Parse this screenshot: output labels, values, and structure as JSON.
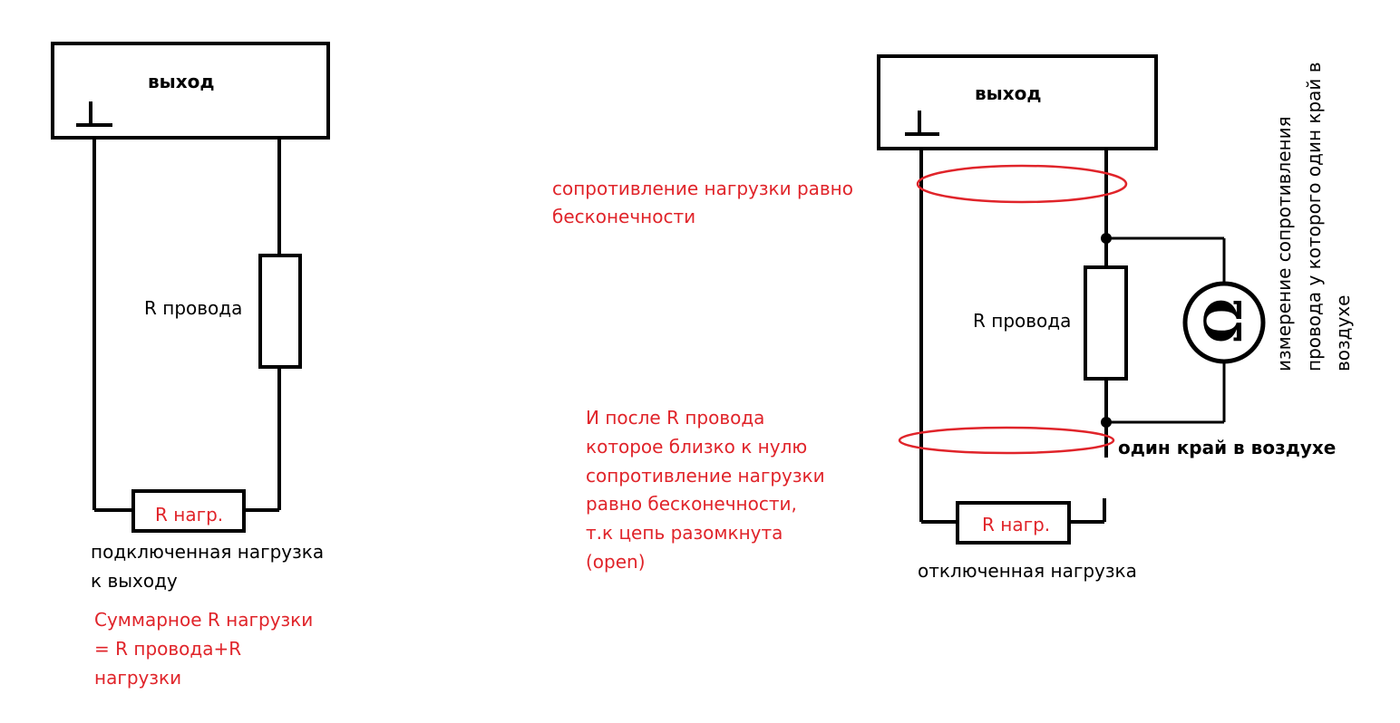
{
  "colors": {
    "ink": "#000000",
    "accent": "#e0242a",
    "background": "#ffffff"
  },
  "left_circuit": {
    "output_label": "выход",
    "wire_resistor_label": "R провода",
    "load_resistor_label": "R нагр.",
    "caption_lines": [
      "подключенная нагрузка",
      "к выходу"
    ],
    "note_lines": [
      "Суммарное R нагрузки",
      "= R провода+R",
      "нагрузки"
    ]
  },
  "right_circuit": {
    "output_label": "выход",
    "wire_resistor_label": "R провода",
    "load_resistor_label": "R нагр.",
    "ohmmeter_symbol": "Ω",
    "open_end_label": "один край в воздухе",
    "caption": "отключенная нагрузка",
    "measure_note_lines": [
      "измерение сопротивления",
      "провода у которого один край в",
      "воздухе"
    ],
    "top_note_lines": [
      "сопротивление нагрузки равно",
      "бесконечности"
    ],
    "bottom_note_lines": [
      "И после R провода",
      "которое близко к нулю",
      "сопротивление нагрузки",
      "равно бесконечности,",
      "т.к цепь разомкнута",
      "(open)"
    ]
  }
}
